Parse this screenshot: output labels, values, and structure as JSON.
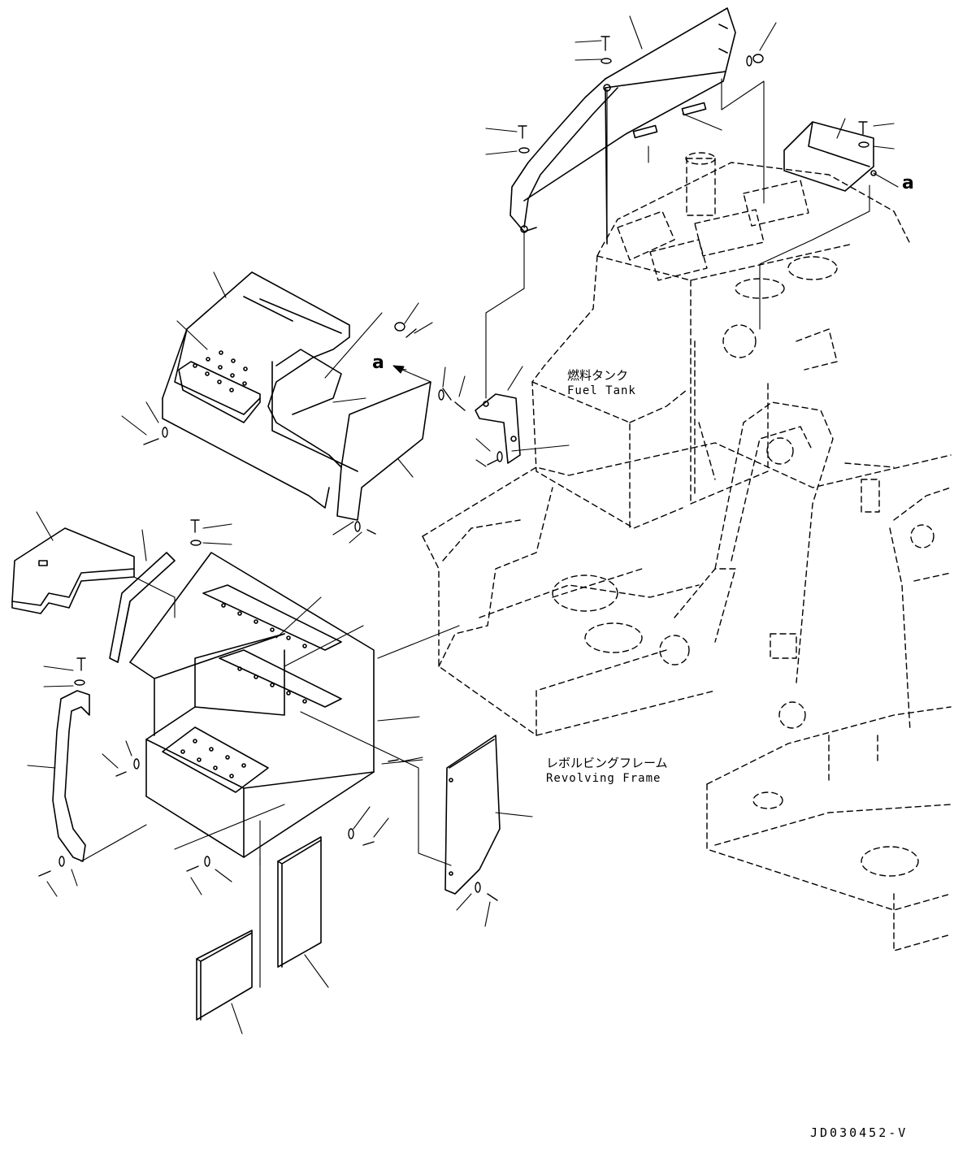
{
  "labels": {
    "fuel_tank_jp": "燃料タンク",
    "fuel_tank_en": "Fuel Tank",
    "revolving_frame_jp": "レボルビングフレーム",
    "revolving_frame_en": "Revolving Frame",
    "ref_a_upper": "a",
    "ref_a_lower": "a",
    "doc_id": "JD030452-V"
  }
}
